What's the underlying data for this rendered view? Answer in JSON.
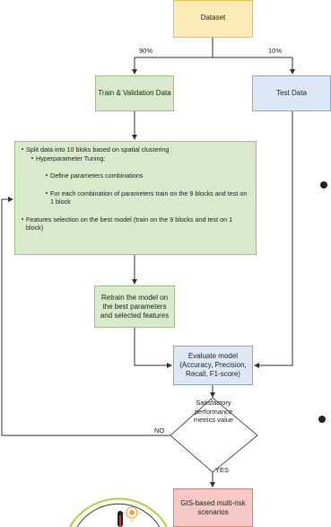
{
  "nodes": {
    "dataset": "Dataset",
    "train_validation": "Train & Validation Data",
    "test_data": "Test Data",
    "main_steps": {
      "split": "Split data into 10 bloks based on spatial clustering",
      "hyperparameter": "Hyperparameter Tuning:",
      "define": "Define parameters combinations",
      "for_each": "For each combination of parameters train on the 9 blocks and test on 1 block",
      "features": "Features selection on the best model (train on the 9 blocks and test on 1 block)"
    },
    "retrain": "Retrain the model on the best parameters and selected features",
    "evaluate": "Evaluate model (Accuracy, Precision, Recall, F1-score)",
    "decision": "Satisfactory performance metrics value",
    "gis": "GIS-based multi-risk scenarios"
  },
  "edge_labels": {
    "train_split": "90%",
    "test_split": "10%",
    "no": "NO",
    "yes": "YES"
  },
  "colors": {
    "yellow_fill": "#fcebb7",
    "green_fill": "#d8eacb",
    "blue_fill": "#dde8f7",
    "red_fill": "#f6c9c7",
    "line": "#333333"
  },
  "decorations": {
    "bottom_icon": "thermometer-icon"
  }
}
